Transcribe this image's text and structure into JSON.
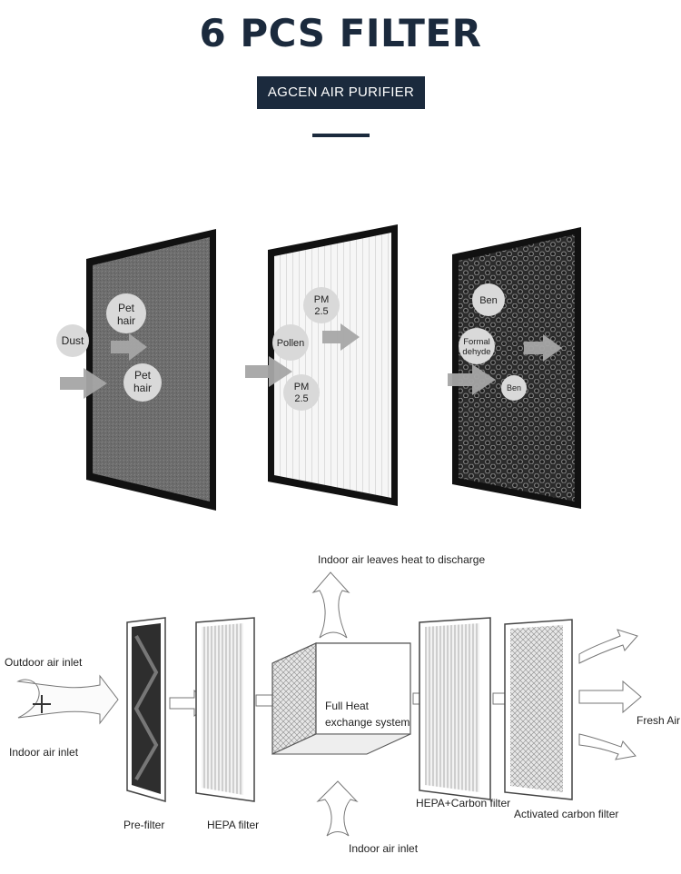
{
  "header": {
    "title": "6 PCS FILTER",
    "subtitle": "AGCEN AIR PURIFIER"
  },
  "filter_photos": {
    "pre_filter": {
      "bubbles": [
        [
          "Dust"
        ],
        [
          "Pet",
          "hair"
        ],
        [
          "Pet",
          "hair"
        ]
      ]
    },
    "hepa_filter": {
      "bubbles": [
        [
          "PM",
          "2.5"
        ],
        [
          "Pollen"
        ],
        [
          "PM",
          "2.5"
        ]
      ]
    },
    "carbon_filter": {
      "bubbles": [
        [
          "Ben"
        ],
        [
          "Formal",
          "dehyde"
        ],
        [
          "Ben"
        ]
      ]
    }
  },
  "diagram": {
    "outdoor_air_inlet": "Outdoor air inlet",
    "indoor_air_inlet_left": "Indoor air inlet",
    "indoor_air_leaves": "Indoor air leaves heat to discharge",
    "full_heat_line1": "Full  Heat",
    "full_heat_line2": "exchange system",
    "pre_filter": "Pre-filter",
    "hepa_filter": "HEPA filter",
    "indoor_air_inlet_bottom": "Indoor air inlet",
    "hepa_carbon_filter": "HEPA+Carbon filter",
    "activated_carbon_filter": "Activated carbon filter",
    "fresh_air": "Fresh Air"
  },
  "colors": {
    "navy": "#1b2a3d",
    "frame": "#1a1a1a",
    "bubble": "#d9d9d9",
    "arrow": "#9e9e9e"
  }
}
